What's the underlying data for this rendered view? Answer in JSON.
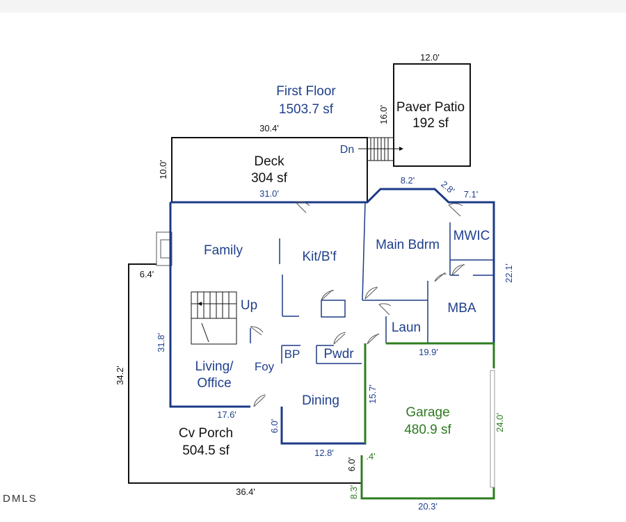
{
  "floor": {
    "title": "First Floor",
    "area": "1503.7 sf"
  },
  "areas": {
    "patio": {
      "name": "Paver Patio",
      "area": "192 sf"
    },
    "deck": {
      "name": "Deck",
      "area": "304 sf"
    },
    "porch": {
      "name": "Cv Porch",
      "area": "504.5 sf"
    },
    "garage": {
      "name": "Garage",
      "area": "480.9 sf"
    }
  },
  "rooms": {
    "family": "Family",
    "kitchen": "Kit/B'f",
    "main_bdrm": "Main Bdrm",
    "mwic": "MWIC",
    "mba": "MBA",
    "laun": "Laun",
    "bp": "BP",
    "pwdr": "Pwdr",
    "foy": "Foy",
    "living_1": "Living/",
    "living_2": "Office",
    "dining": "Dining",
    "up": "Up",
    "dn": "Dn"
  },
  "dimensions": {
    "patio_top": "12.0'",
    "patio_side": "16.0'",
    "deck_top": "30.4'",
    "deck_side": "10.0'",
    "deck_bottom": "31.0'",
    "bay_top": "8.2'",
    "bay_angle": "2.8'",
    "mwic_top": "7.1'",
    "right_wall": "22.1'",
    "laun_bottom": "19.9'",
    "left_upper": "6.4'",
    "left_main": "31.8'",
    "porch_left": "34.2'",
    "living_bottom": "17.6'",
    "porch_notch": "6.0'",
    "dining_bottom": "12.8'",
    "garage_left_upper": "15.7'",
    "garage_notch": "6.0'",
    "garage_small": ".4'",
    "garage_low": "8.3'",
    "garage_right": "24.0'",
    "garage_bottom": "20.3'",
    "porch_bottom": "36.4'"
  },
  "watermark": "DMLS",
  "colors": {
    "interior_walls": "#1b3a86",
    "interior_text": "#1f3f8c",
    "garage": "#2e7d1f",
    "exterior": "#111111"
  }
}
